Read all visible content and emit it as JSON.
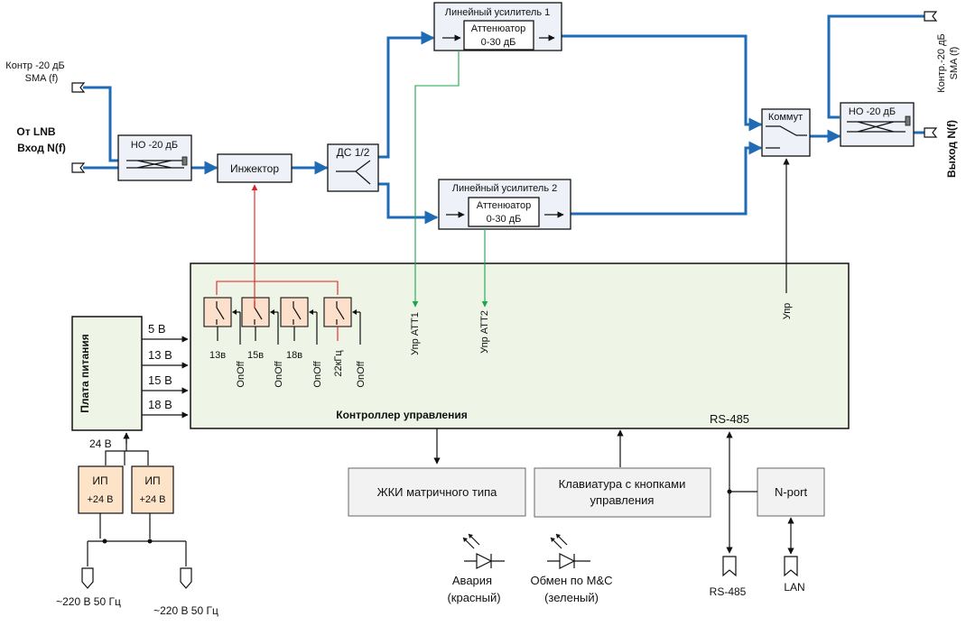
{
  "blocks": {
    "lin_amp1": {
      "title": "Линейный усилитель 1",
      "att_l1": "Аттенюатор",
      "att_l2": "0-30 дБ"
    },
    "lin_amp2": {
      "title": "Линейный усилитель 2",
      "att_l1": "Аттенюатор",
      "att_l2": "0-30 дБ"
    },
    "coupler_in": "НО -20 дБ",
    "coupler_out": "НО -20 дБ",
    "injector": "Инжектор",
    "splitter": "ДС 1/2",
    "switch": "Коммут",
    "controller": "Контроллер управления",
    "power_board": "Плата питания",
    "psu1": {
      "l1": "ИП",
      "l2": "+24 В"
    },
    "psu2": {
      "l1": "ИП",
      "l2": "+24 В"
    },
    "lcd": "ЖКИ матричного типа",
    "keyboard": {
      "l1": "Клавиатура с кнопками",
      "l2": "управления"
    },
    "nport": "N-port"
  },
  "ports": {
    "ctrl_in": {
      "l1": "Контр -20 дБ",
      "l2": "SMA (f)"
    },
    "input": {
      "l1": "От LNB",
      "l2": "Вход N(f)"
    },
    "ctrl_out": {
      "l1": "Контр.-20 дБ",
      "l2": "SMA (f)"
    },
    "output": "Выход N(f)",
    "rs485": "RS-485",
    "lan": "LAN",
    "mains1": "~220 В 50 Гц",
    "mains2": "~220 В 50 Гц"
  },
  "controller_labels": {
    "relays": [
      "13в",
      "15в",
      "18в",
      "22кГц"
    ],
    "onoff": [
      "OnOff",
      "OnOff",
      "OnOff",
      "OnOff"
    ],
    "upr_att1": "Упр АТТ1",
    "upr_att2": "Упр АТТ2",
    "upr": "Упр",
    "rs485": "RS-485"
  },
  "rails": [
    "5 В",
    "13 В",
    "15 В",
    "18 В"
  ],
  "supply_24": "24 В",
  "leds": {
    "alarm": {
      "l1": "Авария",
      "l2": "(красный)"
    },
    "mc": {
      "l1": "Обмен по M&C",
      "l2": "(зеленый)"
    }
  },
  "colors": {
    "rf_line": "#1f6bb5",
    "control_red": "#e02020",
    "control_green": "#1aa64a",
    "controller_fill": "#eef5e6",
    "relay_fill": "#fde0cc",
    "psu_fill": "#fde3c8"
  }
}
